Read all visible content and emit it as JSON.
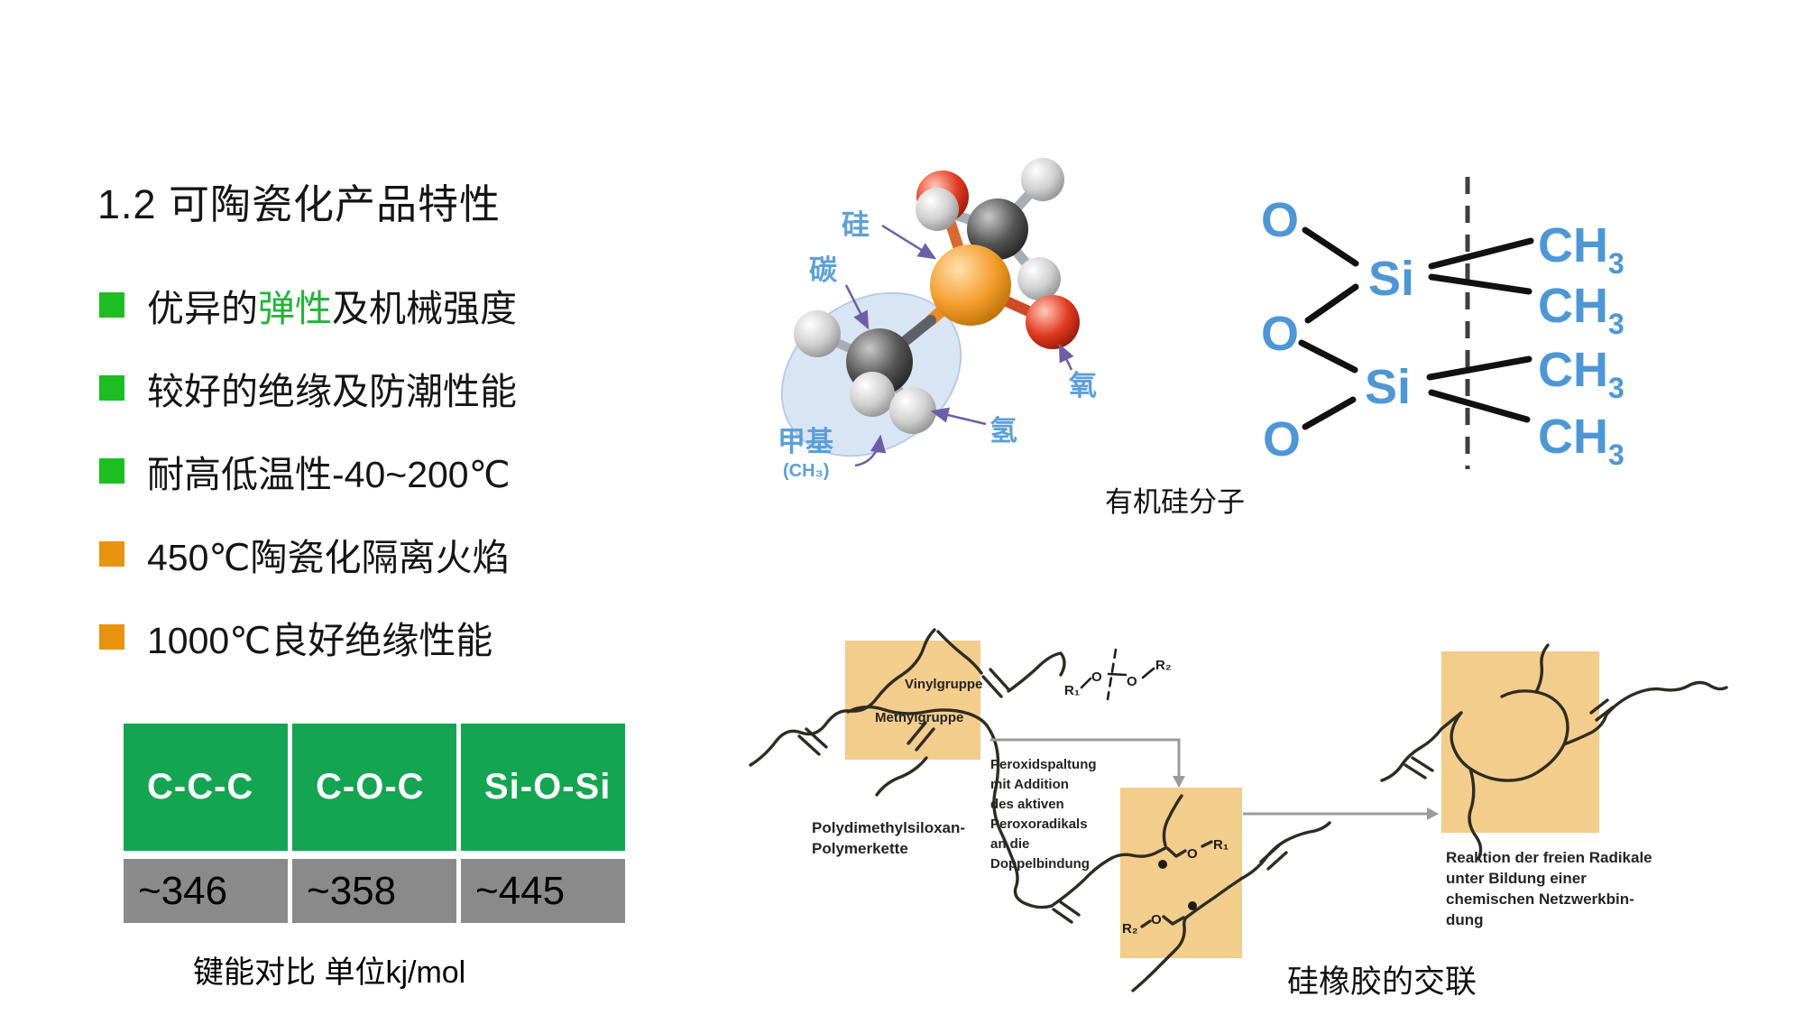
{
  "slide": {
    "title": "1.2 可陶瓷化产品特性"
  },
  "features": {
    "items": [
      {
        "pre": "优异的",
        "em": "弹性",
        "post": "及机械强度",
        "marker_color": "#1EBE23"
      },
      {
        "pre": "较好的绝缘及防潮性能",
        "em": "",
        "post": "",
        "marker_color": "#1EBE23"
      },
      {
        "pre": "耐高低温性-40~200℃",
        "em": "",
        "post": "",
        "marker_color": "#1EBE23"
      },
      {
        "pre": "450℃陶瓷化隔离火焰",
        "em": "",
        "post": "",
        "marker_color": "#E8930F"
      },
      {
        "pre": "1000℃良好绝缘性能",
        "em": "",
        "post": "",
        "marker_color": "#E8930F"
      }
    ],
    "em_color": "#22B437"
  },
  "bond_table": {
    "headers": [
      "C-C-C",
      "C-O-C",
      "Si-O-Si"
    ],
    "values": [
      "~346",
      "~358",
      "~445"
    ],
    "caption": "键能对比 单位kj/mol",
    "header_bg": "#13A551",
    "value_bg": "#8A8A8A"
  },
  "molecule_figure": {
    "caption": "有机硅分子",
    "labels": {
      "silicon": "硅",
      "carbon": "碳",
      "oxygen": "氧",
      "hydrogen": "氢",
      "methyl": "甲基",
      "methyl_formula": "(CH₃)"
    }
  },
  "formula_figure": {
    "o": "O",
    "si": "Si",
    "ch": "CH",
    "sub3": "3"
  },
  "crosslink_figure": {
    "caption": "硅橡胶的交联",
    "vinyl_label": "Vinylgruppe",
    "methyl_label": "Methylgruppe",
    "polymer_label_line1": "Polydimethylsiloxan-",
    "polymer_label_line2": "Polymerkette",
    "peroxide_lines": [
      "Peroxidspaltung",
      "mit Addition",
      "des aktiven",
      "Peroxoradikals",
      "an die",
      "Doppelbindung"
    ],
    "reaction_lines": [
      "Reaktion der freien Radikale",
      "unter Bildung einer",
      "chemischen Netzwerkbin-",
      "dung"
    ],
    "r1": "R₁",
    "r2": "R₂",
    "o": "O"
  },
  "colors": {
    "bullet_green": "#1EBE23",
    "bullet_orange": "#E8930F",
    "highlight_green": "#22B437",
    "table_header_green": "#13A551",
    "table_value_gray": "#8A8A8A",
    "label_blue": "#4E97D6",
    "box_tan": "#F2CD8C",
    "arrow_purple": "#6c5fa7",
    "arrow_gray": "#9b9b9b"
  }
}
